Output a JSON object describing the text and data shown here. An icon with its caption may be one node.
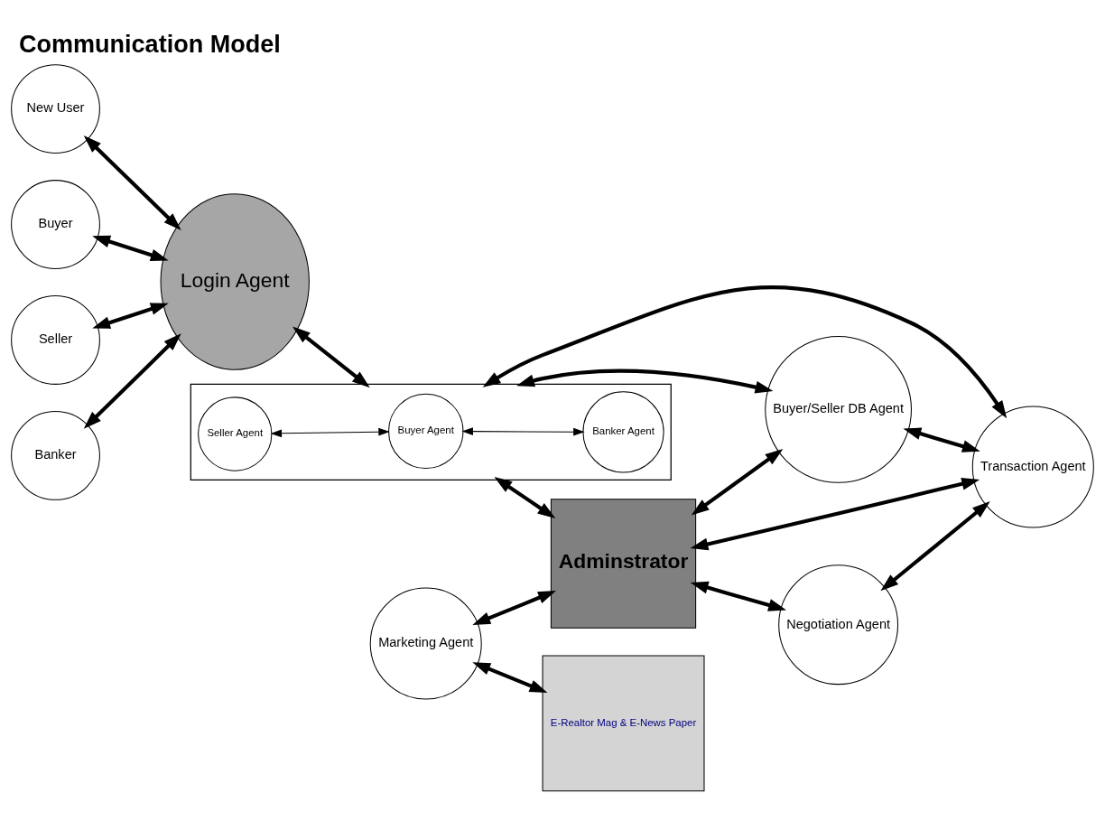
{
  "diagram": {
    "title": "Communication Model",
    "nodes": [
      {
        "text": [
          "New User"
        ]
      },
      {
        "text": [
          "Buyer"
        ]
      },
      {
        "text": [
          "Seller"
        ]
      },
      {
        "text": [
          "Banker"
        ]
      },
      {
        "text": [
          "Login Agent"
        ]
      },
      {
        "text": [],
        "shape": "box"
      },
      {
        "text": [
          "Seller Agent"
        ],
        "in": 5
      },
      {
        "text": [
          "Buyer Agent"
        ],
        "in": 5
      },
      {
        "text": [
          "Banker Agent"
        ],
        "in": 5
      },
      {
        "text": [
          "Marketing Agent"
        ]
      },
      {
        "text": [
          "E-Realtor Mag & E-News Paper"
        ]
      },
      {
        "text": [
          "Adminstrator"
        ]
      },
      {
        "text": [
          "Negotiation Agent"
        ]
      },
      {
        "text": [
          "Buyer/Seller DB Agent"
        ]
      },
      {
        "text": [
          "Transaction Agent"
        ]
      }
    ],
    "edges": [
      {
        "from": 0,
        "to": 4,
        "arrow": "both"
      },
      {
        "from": 1,
        "to": 4,
        "arrow": "both"
      },
      {
        "from": 2,
        "to": 4,
        "arrow": "both"
      },
      {
        "from": 3,
        "to": 4,
        "arrow": "both"
      },
      {
        "from": 4,
        "to": 5,
        "arrow": "both"
      },
      {
        "from": 6,
        "to": 7,
        "arrow": "both"
      },
      {
        "from": 7,
        "to": 8,
        "arrow": "both"
      },
      {
        "from": 5,
        "to": 11,
        "arrow": "both"
      },
      {
        "from": 9,
        "to": 10,
        "arrow": "both"
      },
      {
        "from": 9,
        "to": 11,
        "arrow": "both"
      },
      {
        "from": 5,
        "to": 13,
        "arrow": "both"
      },
      {
        "from": 5,
        "to": 14,
        "arrow": "both"
      },
      {
        "from": 11,
        "to": 13,
        "arrow": "both"
      },
      {
        "from": 11,
        "to": 14,
        "arrow": "both"
      },
      {
        "from": 11,
        "to": 12,
        "arrow": "both"
      },
      {
        "from": 12,
        "to": 14,
        "arrow": "both"
      },
      {
        "from": 13,
        "to": 14,
        "arrow": "both"
      }
    ]
  }
}
